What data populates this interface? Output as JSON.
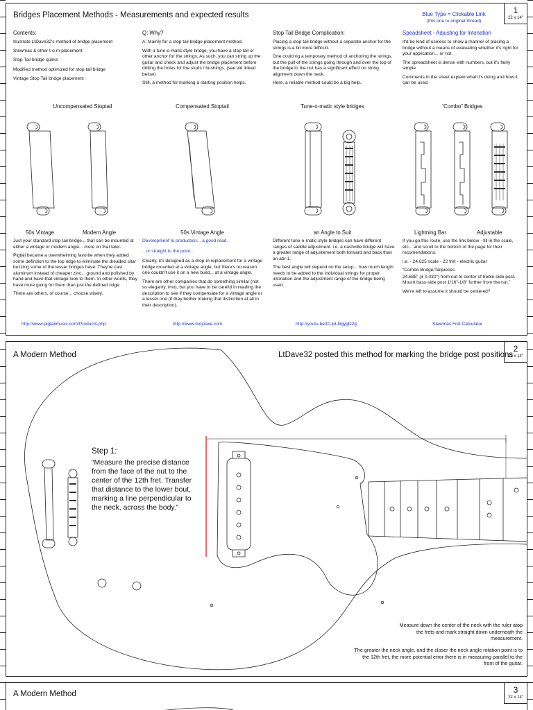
{
  "sheet1": {
    "number": "1",
    "size": "22 x 14\"",
    "title": "Bridges Placement Methods - Measurements and expected results",
    "legend": "Blue Type = Clickable Link",
    "legend_sub": "(this one to original thread)",
    "contents_title": "Contents:",
    "contents_items": [
      "Illustrate LtDave32's method of bridge placement",
      "Stewmac & other t-o-m placement",
      "Stop Tail bridge quirks",
      "Modified method optimized for stop tail bridge",
      "Vintage Stop Tail bridge placement"
    ],
    "why_title": "Q:  Why?",
    "why_paras": [
      "A:  Mainly for a stop tail bridge placement method.",
      "With a tune-o-matic style bridge, you have a stop tail or other anchor for the strings.  As such, you can string up the guitar and check and adjust the bridge placement before drilling the holes for the studs / bushings.  (see vid linked below)",
      "Still, a method for marking a starting position helps."
    ],
    "complication_title": "Stop Tail Bridge Complication:",
    "complication_paras": [
      "Placing a stop tail bridge without a separate anchor for the strings is a bit more difficult.",
      "One could rig a temporary method of anchoring the strings, but the pull of the strings going through and over the top of the bridge to the nut has a significant effect on string alignment down the neck.",
      "Here, a reliable method could be a big help."
    ],
    "spreadsheet_title": "Speadsheet - Adjusting for Intonation",
    "spreadsheet_paras": [
      "It'd be kind of useless to show a manner of placing a bridge without a means of evaluating whether it's right for your application...  or not.",
      "The spreadsheet is dense with numbers, but it's fairly simple.",
      "Comments in the sheet explain what it's doing and how it can be used."
    ],
    "figure_headings": {
      "uncompensated": "Uncompensated Stoptail",
      "compensated": "Compensated Stoptail",
      "tom": "Tune-o-matic style bridges",
      "combo": "“Combo” Bridges"
    },
    "figure_labels": {
      "vintage": "50s Vintage",
      "modern": "Modern Angle",
      "comp_vintage": "50s Vintage Angle",
      "suit": "an Angle to Suit",
      "lightning": "Lightning Bar",
      "adjustable": "Adjustable"
    },
    "col1_paras": [
      "Just your standard stop tail bridge...  that can be mounted at either a vintage or modern angle... more on that later.",
      "Pigtail became a overwhelming favorite when they added some definition to the top ridge to eliminate the dreaded sitar buzzing some of the lesser bridges have.  They're cast aluminum instead of cheaper zinc... ground and polished by hand and have that vintage look to them.  In other words, they have more going for them than just the defined ridge.",
      "There are others, of course...  choose wisely."
    ],
    "col1_link": "http://www.pigtailmusic.com/Products.php",
    "col2_link1": "Development to production...  a good read.",
    "col2_link2": "...or straight to the point...",
    "col2_paras": [
      "Clearly, it's designed as a drop-in replacement for a vintage bridge mounted at a vintage angle, but there's no reason one couldn't use it on a new build... at a vintage angle.",
      "There are other companies that do something similar (not so eleganty, imo), but you have to be careful in reading the description to see if they compensate for a vintage angle or a lesser one (if they bother making that distinction at all in their description)."
    ],
    "col2_link": "http://www.mojoaxe.com",
    "col3_paras": [
      "Different tune-o-matic style bridges can have different ranges of saddle adjustment.  i.e. a nashville bridge will have a greater range of adjustement both forward and back than an abr-1.",
      "The best angle will depend on the setup... how much length needs to be added to the individual strings for proper intonation and the adjustment range of the bridge being used."
    ],
    "col3_link": "http://youtu.be/CUpLDgygD2g",
    "col4_paras": [
      "If you go this route, use the link below - fill in the scale, etc... and scroll to the bottom of the page for their recomendations.",
      "i.e. - 24.625 scale - 22 fret - electric guitar",
      "“Combo Bridge/Tailpieces",
      "24.685\" (± 0.030\") from nut to center of treble-side post. Mount bass-side post 1/16\"-1/8\" further from the nut.”",
      "We're left to assume it should be centered?"
    ],
    "col4_link": "Stewmac Fret Calculator"
  },
  "sheet2": {
    "number": "2",
    "size": "22 x 14\"",
    "title": "A Modern Method",
    "credit": "LtDave32 posted this method for marking the bridge post positions",
    "step_title": "Step 1:",
    "step_text": "“Measure the precise distance from the face of the nut to the center of the 12th fret.  Transfer that distance to the lower bout, marking a line perpendicular to the neck, across the body.”",
    "note1": "Measure down the center of the neck with the ruler atop the frets and mark straight down underneath the measurement.",
    "note2": "The greater the neck angle, and the closer the neck angle rotation point is to the 12th fret, the more potential error there is in measuring parallel to the front of the guitar."
  },
  "sheet3": {
    "number": "3",
    "size": "22 x 14\"",
    "title": "A Modern Method"
  },
  "colors": {
    "link": "#2233cc",
    "marker_line": "#dd2222",
    "ink": "#111111"
  }
}
